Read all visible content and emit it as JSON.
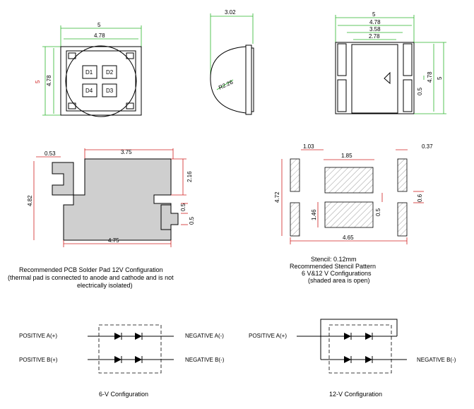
{
  "top": {
    "front": {
      "dim_outer": "5",
      "dim_inner": "4.78",
      "dim_height_outer": "5",
      "dim_height_inner": "4.78",
      "dies": [
        "D1",
        "D2",
        "D4",
        "D3"
      ]
    },
    "side": {
      "dim_width": "3.02",
      "radius": "R2.26"
    },
    "back": {
      "dim_5": "5",
      "dim_478": "4.78",
      "dim_358": "3.58",
      "dim_278": "2.78",
      "dim_h478": "4.78",
      "dim_h5": "5",
      "dim_05": "0.5"
    }
  },
  "pad": {
    "dim_053": "0.53",
    "dim_375": "3.75",
    "dim_216": "2.16",
    "dim_482": "4.82",
    "dim_05a": "0.5",
    "dim_05b": "0.5",
    "dim_475": "4.75",
    "caption": [
      "Recommended  PCB  Solder  Pad 12V Configuration",
      "(thermal pad is connected to anode and cathode and is not",
      "electrically isolated)"
    ]
  },
  "stencil": {
    "dim_103": "1.03",
    "dim_185": "1.85",
    "dim_037": "0.37",
    "dim_472": "4.72",
    "dim_146": "1.46",
    "dim_05": "0.5",
    "dim_06": "0.6",
    "dim_465": "4.65",
    "caption": [
      "Stencil: 0.12mm",
      "Recommended  Stencil  Pattern",
      "6 V&12 V  Configurations",
      "(shaded area is open)"
    ]
  },
  "circuit6v": {
    "pos_a": "POSITIVE A(+)",
    "pos_b": "POSITIVE B(+)",
    "neg_a": "NEGATIVE A(-)",
    "neg_b": "NEGATIVE B(-)",
    "caption": "6-V Configuration"
  },
  "circuit12v": {
    "pos_a": "POSITIVE A(+)",
    "neg_b": "NEGATIVE B(-)",
    "caption": "12-V Configuration"
  }
}
